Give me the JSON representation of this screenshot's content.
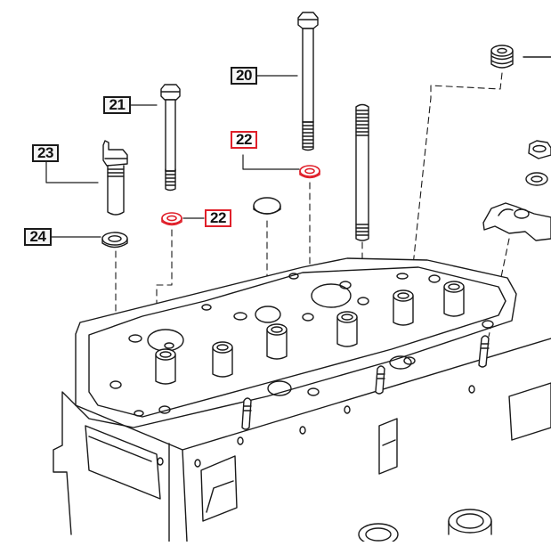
{
  "diagram": {
    "title": "Cylinder head — exploded parts view",
    "highlight_color": "#e0202a",
    "line_color": "#1a1a1a",
    "callouts": [
      {
        "id": "20",
        "label": "20",
        "part": "head-bolt-long",
        "highlighted": false
      },
      {
        "id": "21",
        "label": "21",
        "part": "head-bolt-short",
        "highlighted": false
      },
      {
        "id": "22a",
        "label": "22",
        "part": "washer",
        "highlighted": true
      },
      {
        "id": "22b",
        "label": "22",
        "part": "washer",
        "highlighted": true
      },
      {
        "id": "23",
        "label": "23",
        "part": "nozzle-sleeve-bolt",
        "highlighted": false
      },
      {
        "id": "24",
        "label": "24",
        "part": "washer",
        "highlighted": false
      }
    ]
  }
}
